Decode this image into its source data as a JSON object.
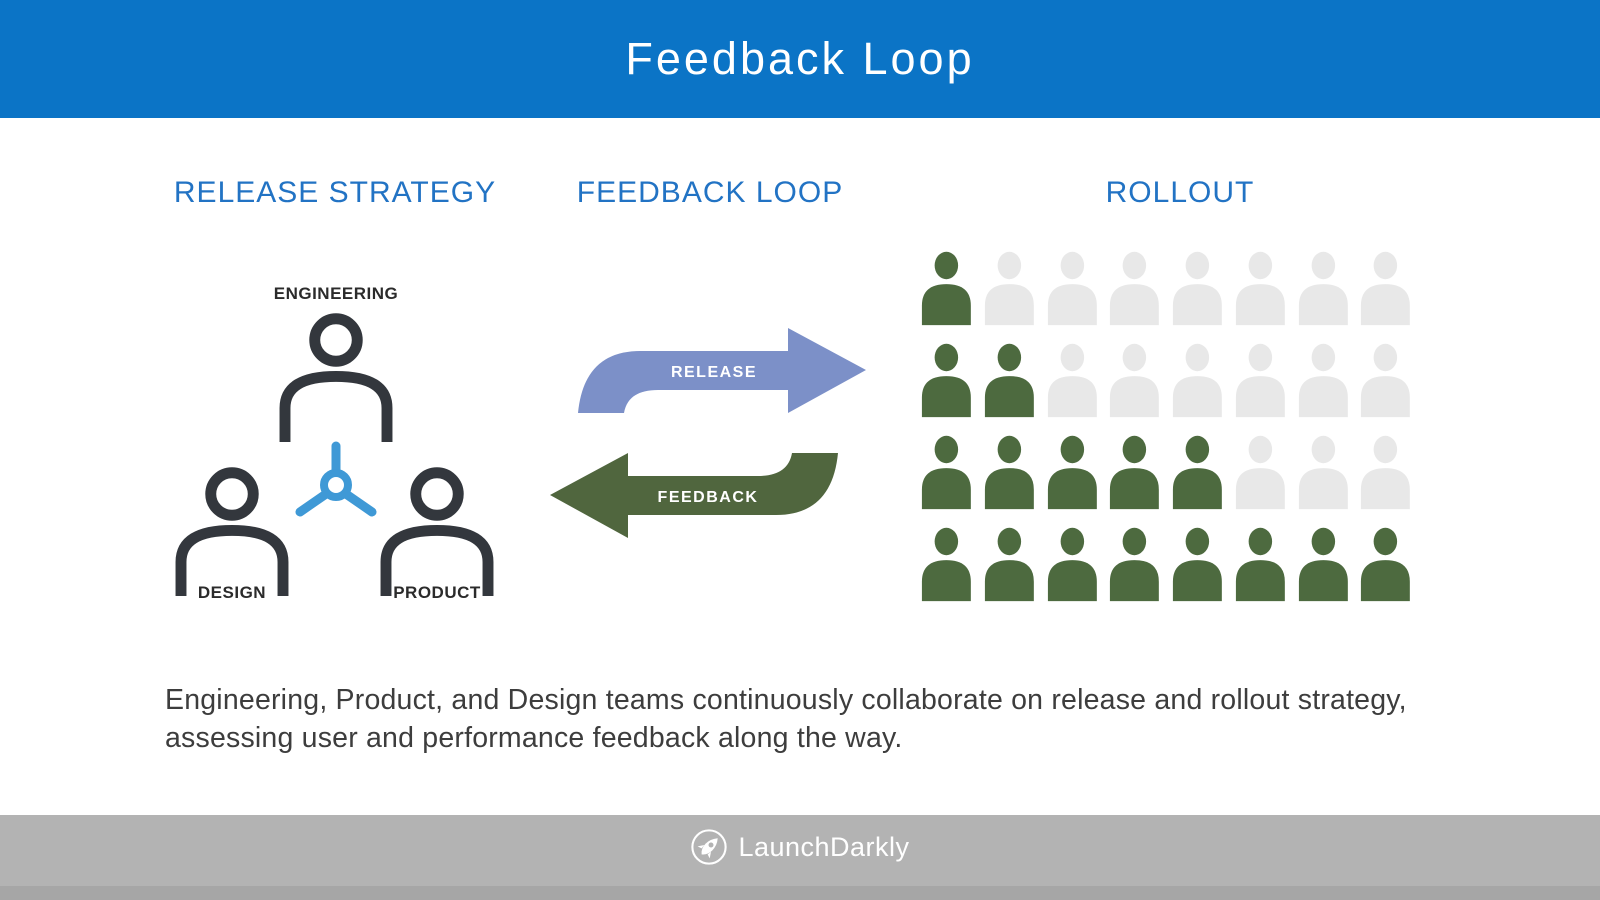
{
  "header": {
    "title": "Feedback Loop"
  },
  "sections": {
    "release_strategy": {
      "label": "RELEASE STRATEGY"
    },
    "feedback_loop": {
      "label": "FEEDBACK LOOP"
    },
    "rollout": {
      "label": "ROLLOUT"
    }
  },
  "team_diagram": {
    "engineering_label": "ENGINEERING",
    "design_label": "DESIGN",
    "product_label": "PRODUCT",
    "outline_color": "#33373d",
    "hub_color": "#3f99d6"
  },
  "arrows": {
    "release_label": "RELEASE",
    "feedback_label": "FEEDBACK",
    "release_color": "#7c90c8",
    "feedback_color": "#50663e"
  },
  "rollout_grid": {
    "rows": [
      [
        1,
        0,
        0,
        0,
        0,
        0,
        0,
        0
      ],
      [
        1,
        1,
        0,
        0,
        0,
        0,
        0,
        0
      ],
      [
        1,
        1,
        1,
        1,
        1,
        0,
        0,
        0
      ],
      [
        1,
        1,
        1,
        1,
        1,
        1,
        1,
        1
      ]
    ],
    "active_color": "#4d6a3f",
    "inactive_color": "#e8e8e8"
  },
  "caption": "Engineering, Product, and Design teams continuously collaborate on release and rollout strategy, assessing user and performance feedback along the way.",
  "footer": {
    "brand": "LaunchDarkly"
  },
  "colors": {
    "header_bg": "#0b74c6",
    "heading_text": "#2273c4",
    "footer_bg": "#b3b3b3"
  }
}
